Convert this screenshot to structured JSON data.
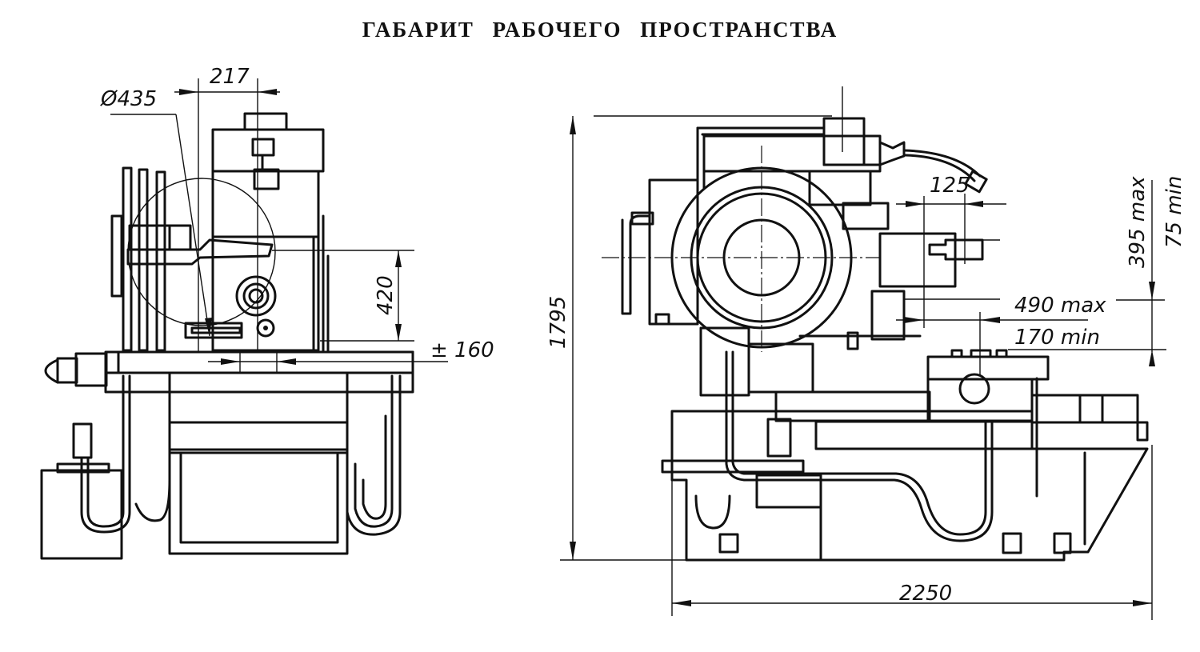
{
  "title": "ГАБАРИТ РАБОЧЕГО ПРОСТРАНСТВА",
  "left_view": {
    "dimensions": {
      "diameter": "Ø435",
      "offset_top": "217",
      "height": "420",
      "travel": "± 160"
    }
  },
  "right_view": {
    "dimensions": {
      "total_height": "1795",
      "total_length": "2250",
      "offset_125": "125",
      "vertical_max": "395 max",
      "vertical_min": "75 min",
      "horizontal_max": "490 max",
      "horizontal_min": "170 min"
    }
  },
  "colors": {
    "ink": "#111111",
    "paper": "#ffffff"
  }
}
